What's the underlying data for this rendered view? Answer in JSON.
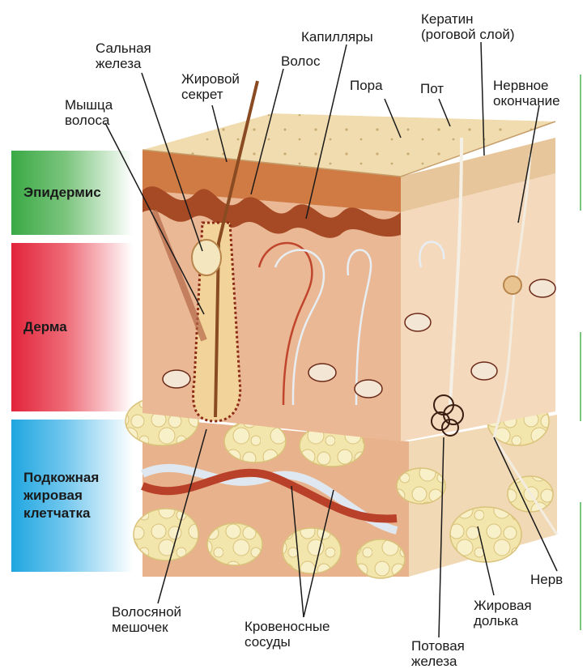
{
  "layers": {
    "epidermis": "Эпидермис",
    "dermis": "Дерма",
    "subcutaneous": "Подкожная\nжировая\nклетчатка"
  },
  "labels": {
    "hair_muscle": "Мышца\nволоса",
    "sebaceous_gland": "Сальная\nжелеза",
    "sebum": "Жировой\nсекрет",
    "hair": "Волос",
    "capillaries": "Капилляры",
    "pore": "Пора",
    "keratin": "Кератин\n(роговой слой)",
    "sweat": "Пот",
    "nerve_ending": "Нервное\nокончание",
    "hair_follicle": "Волосяной\nмешочек",
    "blood_vessels": "Кровеносные\nсосуды",
    "sweat_gland": "Потовая\nжелеза",
    "fat_lobule": "Жировая\nдолька",
    "nerve": "Нерв"
  },
  "colors": {
    "epidermis_band": "#3aa945",
    "dermis_band": "#e2233a",
    "subcutaneous_band": "#1fa6e0",
    "skin_surface": "#f0dcae",
    "dermis_tissue": "#e9b690",
    "fat": "#f6ecb6",
    "artery": "#c0452c",
    "vein": "#dfe8f0"
  }
}
